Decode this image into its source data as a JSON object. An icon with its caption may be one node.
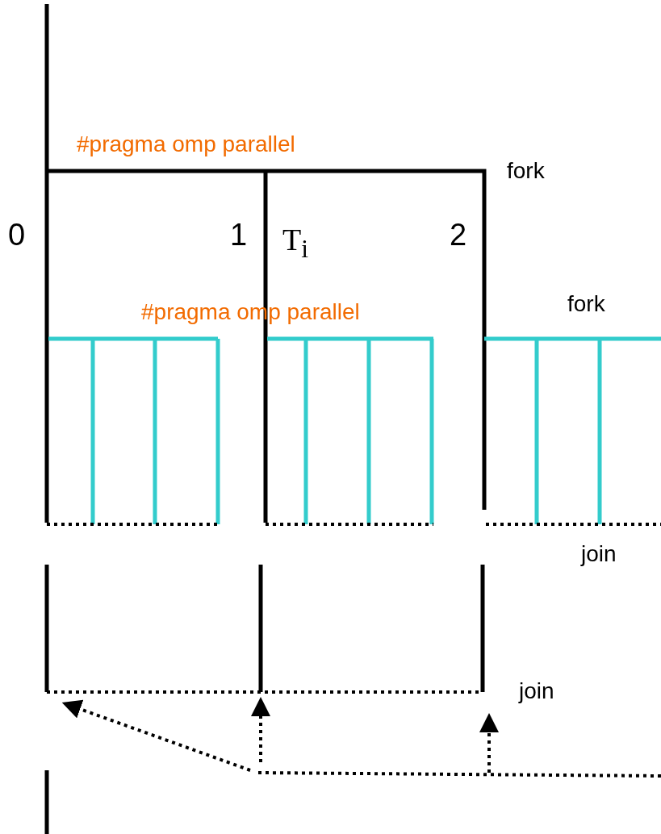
{
  "diagram": {
    "labels": [
      "#pragma omp parallel",
      "fork",
      "0",
      "1",
      "T$_{i}$",
      "2",
      "#pragma omp parallel",
      "fork",
      "join",
      "join"
    ]
  }
}
